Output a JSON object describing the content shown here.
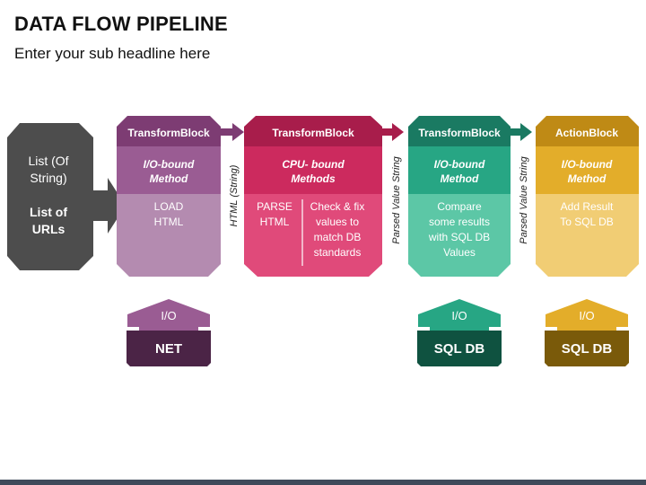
{
  "title": "DATA FLOW PIPELINE",
  "subtitle": "Enter your sub headline here",
  "colors": {
    "gray": "#4d4d4d",
    "purple": "#7d3c73",
    "purple_mid": "#9a5c93",
    "purple_light": "#b48bb0",
    "crimson": "#a81d4b",
    "crimson_mid": "#cc2a5e",
    "crimson_light": "#e04a7a",
    "teal": "#1a7a62",
    "teal_mid": "#27a684",
    "teal_light": "#5cc7a6",
    "gold": "#bf8a15",
    "gold_mid": "#e3ad2a",
    "gold_light": "#f1cd74",
    "net_dark": "#4b2446",
    "sqldb_dark": "#0f5240",
    "sqldb2_dark": "#7a5a0a"
  },
  "source": {
    "line1": "List (Of",
    "line2": "String)",
    "line3": "List of",
    "line4": "URLs"
  },
  "blocks": [
    {
      "header": "TransformBlock",
      "method_line1": "I/O-bound",
      "method_line2": "Method",
      "body": [
        "LOAD",
        "HTML"
      ]
    },
    {
      "header": "TransformBlock",
      "method_line1": "CPU- bound",
      "method_line2": "Methods",
      "body_left": [
        "PARSE",
        "HTML"
      ],
      "body_right": [
        "Check & fix",
        "values to",
        "match DB",
        "standards"
      ]
    },
    {
      "header": "TransformBlock",
      "method_line1": "I/O-bound",
      "method_line2": "Method",
      "body": [
        "Compare",
        "some results",
        "with SQL DB",
        "Values"
      ]
    },
    {
      "header": "ActionBlock",
      "method_line1": "I/O-bound",
      "method_line2": "Method",
      "body": [
        "Add Result",
        "To SQL DB"
      ]
    }
  ],
  "connectors": [
    "HTML (String)",
    "Parsed Value String",
    "Parsed Value String"
  ],
  "resources": [
    {
      "io": "I/O",
      "name": "NET"
    },
    {
      "io": "I/O",
      "name": "SQL DB"
    },
    {
      "io": "I/O",
      "name": "SQL DB"
    }
  ]
}
